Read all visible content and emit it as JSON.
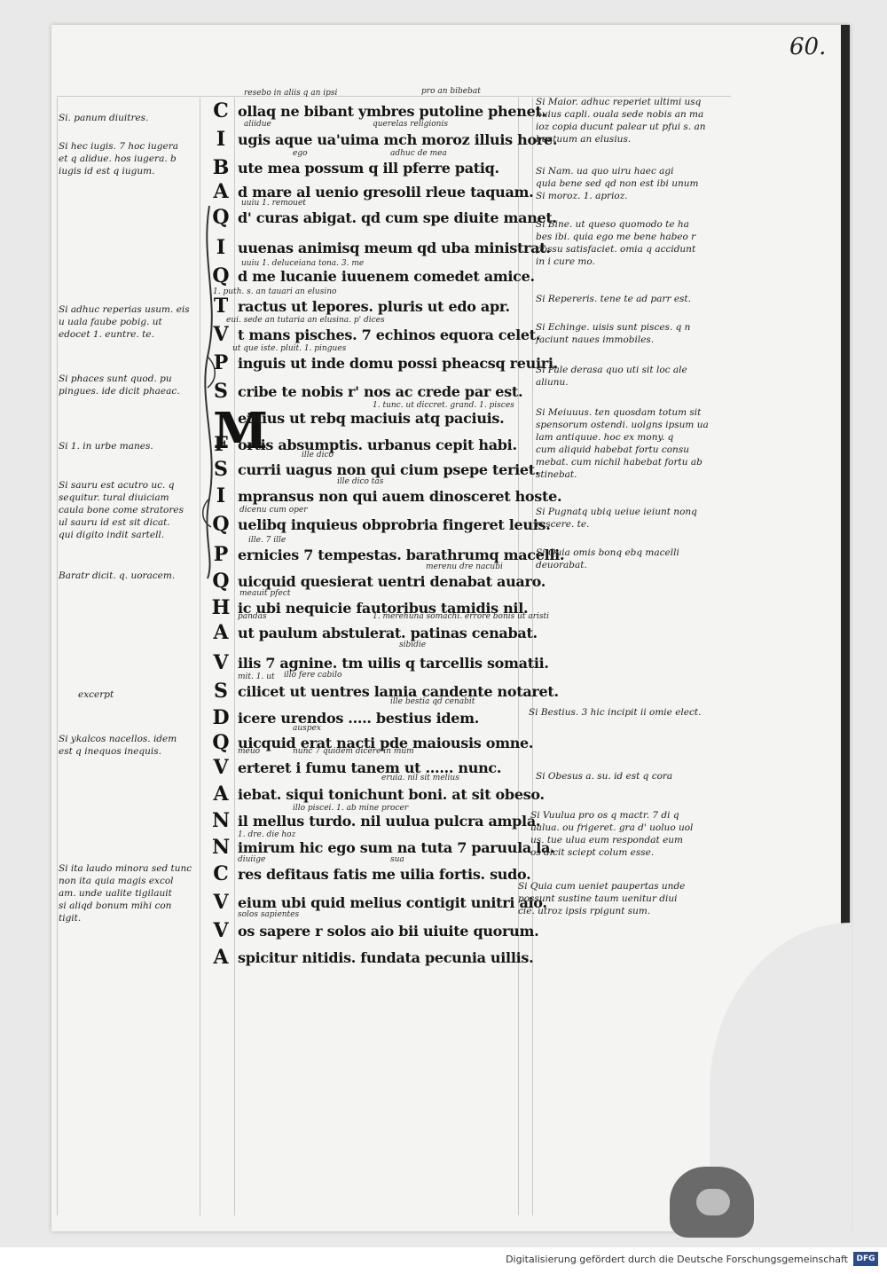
{
  "folio": "60.",
  "top_glosses": [
    "pro an bibebat"
  ],
  "main_lines": [
    {
      "initial": "C",
      "text": "ollaq ne bibant ymbres putoline phenet."
    },
    {
      "initial": "I",
      "text": "ugis aque ua'uima mch moroz illuis hore."
    },
    {
      "initial": "B",
      "text": "ute mea possum q ill pferre patiq."
    },
    {
      "initial": "A",
      "text": "d mare al uenio gresolil rleue taquam."
    },
    {
      "initial": "Q",
      "text": "d' curas abigat. qd cum spe diuite manet."
    },
    {
      "initial": "I",
      "text": "uuenas animisq meum qd uba ministrat."
    },
    {
      "initial": "Q",
      "text": "d me lucanie iuuenem comedet amice."
    },
    {
      "initial": "T",
      "text": "ractus ut lepores. pluris ut edo apr."
    },
    {
      "initial": "V",
      "text": "t mans pisches. 7 echinos equora celet."
    },
    {
      "initial": "P",
      "text": "inguis ut inde domu possi pheacsq reuiri."
    },
    {
      "initial": "S",
      "text": "cribe te nobis r' nos ac crede par est."
    },
    {
      "initial": "M",
      "text": "eiuius ut rebq maciuis atq paciuis."
    },
    {
      "initial": "F",
      "text": "ortis absumptis. urbanus cepit habi."
    },
    {
      "initial": "S",
      "text": "currii uagus non qui cium psepe teriet."
    },
    {
      "initial": "I",
      "text": "mpransus non qui auem dinosceret hoste."
    },
    {
      "initial": "Q",
      "text": "uelibq inquieus obprobria fingeret leuis."
    },
    {
      "initial": "P",
      "text": "ernicies 7 tempestas. barathrumq macelli."
    },
    {
      "initial": "Q",
      "text": "uicquid quesierat uentri denabat auaro."
    },
    {
      "initial": "H",
      "text": "ic ubi nequicie fautoribus tamidis nil."
    },
    {
      "initial": "A",
      "text": "ut paulum abstulerat. patinas cenabat."
    },
    {
      "initial": "V",
      "text": "ilis 7 agnine. tm uilis q tarcellis somatii."
    },
    {
      "initial": "S",
      "text": "cilicet ut uentres lamia candente notaret."
    },
    {
      "initial": "D",
      "text": "icere urendos ..... bestius idem."
    },
    {
      "initial": "Q",
      "text": "uicquid erat nacti pde maiousis omne."
    },
    {
      "initial": "V",
      "text": "erteret i fumu tanem ut ...... nunc."
    },
    {
      "initial": "A",
      "text": "iebat. siqui tonichunt boni. at sit obeso."
    },
    {
      "initial": "N",
      "text": "il mellus turdo. nil uulua pulcra ampla."
    },
    {
      "initial": "N",
      "text": "imirum hic ego sum na tuta 7 paruula la."
    },
    {
      "initial": "C",
      "text": "res defitaus fatis me uilia fortis. sudo."
    },
    {
      "initial": "V",
      "text": "eium ubi quid melius contigit unitri aio."
    },
    {
      "initial": "V",
      "text": "os sapere r solos aio bii uiuite quorum."
    },
    {
      "initial": "A",
      "text": "spicitur nitidis. fundata pecunia uillis."
    }
  ],
  "left_notes": [
    "Si. panum diuitres.",
    "Si hec iugis. 7 hoc iugera\net q alidue. hos iugera. b\niugis id est q iugum.",
    "Si adhuc reperias usum. eis\nu uala faube pobig. ut\nedocet 1. euntre. te.",
    "Si phaces sunt quod. pu\npingues. ide dicit phaeac.",
    "Si 1. in urbe manes.",
    "Si sauru est acutro uc. q\nsequitur. tural diuiciam\ncaula bone come stratores\nul sauru id est sit dicat.\nqui digito indit sartell.",
    "Baratr dicit. q. uoracem.",
    "excerpt",
    "Si ykalcos nacellos. idem\nest q inequos inequis.",
    "Si ita laudo minora sed tunc\nnon ita quia magis excol\nam. unde ualite tigilauit\nsi aliqd bonum mihi con\ntigit."
  ],
  "right_notes": [
    "Si Maior. adhuc reperiet ultimi usq\nhuius capli. ouala sede nobis an ma\nioz copia ducunt palear ut pfui s. an\nbeatuum an elusius.",
    "Si Nam. ua quo uiru haec agi\nquia bene sed qd non est ibi unum\nSi moroz. 1. aprioz.",
    "Si Bine. ut queso quomodo te ha\nbes ibi. quia ego me bene habeo r\npossu satisfaciet. omia q accidunt\nin i cure mo.",
    "Si Repereris. tene te ad parr est.",
    "Si Echinge. uisis sunt pisces. q n\nfaciunt naues immobiles.",
    "Si Pale derasa quo uti sit loc ale\naliunu.",
    "Si Meiuuus. ten quosdam totum sit\nspensorum ostendi. uolgns ipsum ua\nlam antiquue. hoc ex mony. q\ncum aliquid habebat fortu consu\nmebat. cum nichil habebat fortu ab\nstinebat.",
    "Si Pugnatq ubiq ueiue ieiunt nonq\nrescere. te.",
    "Si Quia omis bonq ebq macelli\ndeuorabat.",
    "Si Bestius. 3 hic incipit ii omie elect.",
    "Si Obesus a. su. id est q cora",
    "Si Vuulua pro os q mactr. 7 di q\nualua. ou frigeret. gra d' uoluo uol\nus. tue ulua eum respondat eum\nos dicit sciept colum esse.",
    "Si Quia cum ueniet paupertas unde\npossunt sustine taum uenitur diui\ncie. utroz ipsis rpigunt sum."
  ],
  "interlinear_glosses": [
    "resebo in aliis q an ipsi",
    "aliidue",
    "querelas religionis",
    "ego",
    "adhuc de mea",
    "uuiu 1. remouet",
    "uuiu 1. deluceiana tona. 3. me",
    "1. puth. s. an tauari an elusino",
    "eui. sede an tutaria an elusina. p' dices",
    "ut que iste. pluit. 1. pingues",
    "1. tunc. ut diccret. grand. 1. pisces",
    "ille dico",
    "ille dico tas",
    "dicenu cum oper",
    "ille. 7 ille",
    "merenu dre nacubi",
    "meauit pfect",
    "pandas",
    "1. merehuna somachi. errore bonis ut aristi",
    "sibidie",
    "illo fere cabilo",
    "mit. 1. ut",
    "ille bestia qd cenabit",
    "auspex",
    "meuo",
    "nunc 7 quidem dicere in mum",
    "eruia. nil sit melius",
    "illo piscei. 1. ab mine procer",
    "1. dre. die hoz",
    "diuiige",
    "sua",
    "solos sapientes"
  ],
  "footer": {
    "text": "Digitalisierung gefördert durch die Deutsche Forschungsgemeinschaft",
    "logo": "DFG"
  }
}
